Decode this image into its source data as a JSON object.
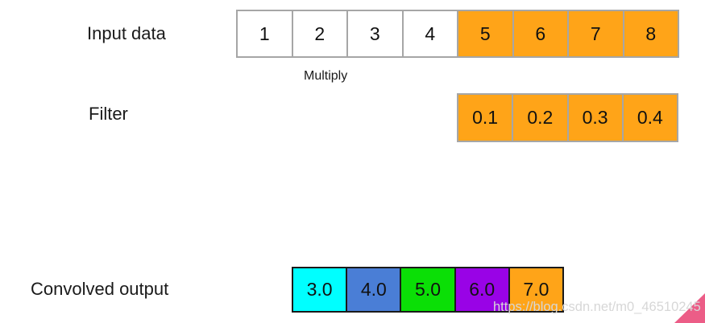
{
  "diagram": {
    "input_row": {
      "label": "Input data",
      "cells": [
        {
          "value": "1",
          "bg": "#ffffff"
        },
        {
          "value": "2",
          "bg": "#ffffff"
        },
        {
          "value": "3",
          "bg": "#ffffff"
        },
        {
          "value": "4",
          "bg": "#ffffff"
        },
        {
          "value": "5",
          "bg": "#ffa418"
        },
        {
          "value": "6",
          "bg": "#ffa418"
        },
        {
          "value": "7",
          "bg": "#ffa418"
        },
        {
          "value": "8",
          "bg": "#ffa418"
        }
      ]
    },
    "multiply_label": "Multiply",
    "filter_row": {
      "label": "Filter",
      "cells": [
        {
          "value": "0.1",
          "bg": "#ffa418"
        },
        {
          "value": "0.2",
          "bg": "#ffa418"
        },
        {
          "value": "0.3",
          "bg": "#ffa418"
        },
        {
          "value": "0.4",
          "bg": "#ffa418"
        }
      ]
    },
    "output_row": {
      "label": "Convolved output",
      "cells": [
        {
          "value": "3.0",
          "bg": "#00ffff"
        },
        {
          "value": "4.0",
          "bg": "#4a7ed6"
        },
        {
          "value": "5.0",
          "bg": "#0bdf06"
        },
        {
          "value": "6.0",
          "bg": "#9903e6"
        },
        {
          "value": "7.0",
          "bg": "#ffa418"
        }
      ]
    },
    "watermark": "https://blog.csdn.net/m0_46510245",
    "colors": {
      "highlight_orange": "#ffa418",
      "output_cyan": "#00ffff",
      "output_blue": "#4a7ed6",
      "output_green": "#0bdf06",
      "output_purple": "#9903e6",
      "grid_border_gray": "#a6a6a6",
      "output_border_black": "#1a1a1a",
      "corner_triangle_pink": "#ec5d87",
      "watermark_gray": "#d7d7d7"
    }
  }
}
